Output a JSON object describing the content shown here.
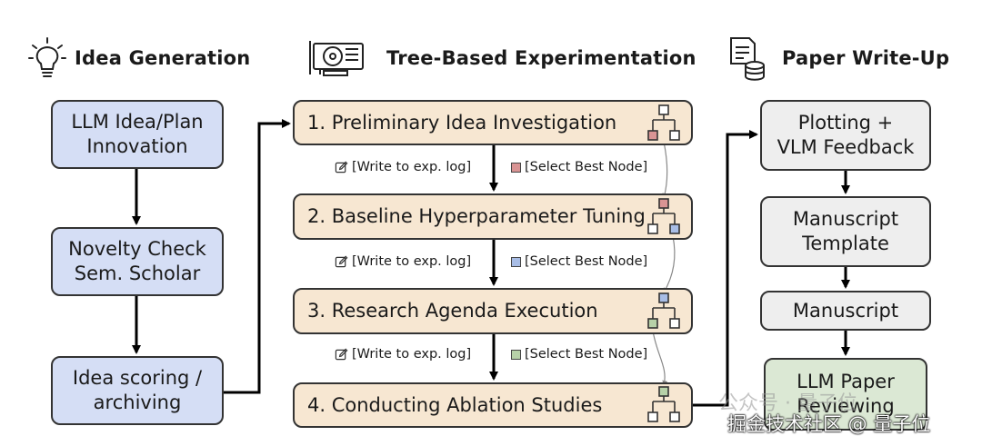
{
  "sections": {
    "idea": "Idea Generation",
    "tree": "Tree-Based Experimentation",
    "paper": "Paper Write-Up"
  },
  "idea_boxes": [
    "LLM Idea/Plan\nInnovation",
    "Novelty Check\nSem. Scholar",
    "Idea scoring /\narchiving"
  ],
  "stages": [
    "1.  Preliminary Idea Investigation",
    "2.  Baseline Hyperparameter Tuning",
    "3.  Research Agenda Execution",
    "4.  Conducting Ablation Studies"
  ],
  "notes": {
    "write_log": "[Write to exp. log]",
    "select_best": "[Select Best Node]"
  },
  "paper_boxes": [
    "Plotting +\nVLM Feedback",
    "Manuscript\nTemplate",
    "Manuscript",
    "LLM Paper\nReviewing"
  ],
  "colors": {
    "blue": "#d5def5",
    "peach": "#f7e7d2",
    "grey": "#eeeeee",
    "green": "#dbe8d4",
    "node_red": "#d99494",
    "node_blue": "#a8bde6",
    "node_green": "#b7d1a8"
  },
  "watermark": {
    "line1": "公众号 · 量子位",
    "line2": "掘金技术社区 @ 量子位"
  }
}
